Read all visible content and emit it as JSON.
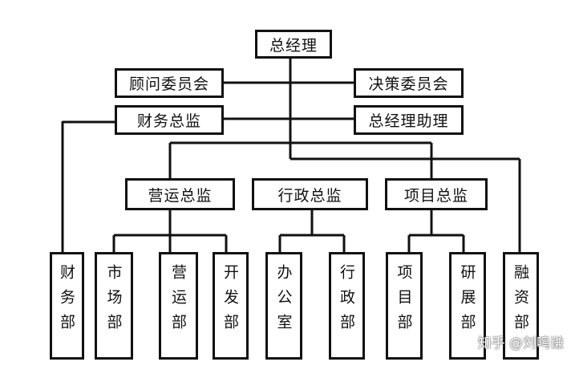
{
  "chart": {
    "top": "总经理",
    "advisory": "顾问委员会",
    "decision": "决策委员会",
    "finance_director": "财务总监",
    "assistant": "总经理助理",
    "operations_director": "营运总监",
    "admin_director": "行政总监",
    "project_director": "项目总监",
    "departments": {
      "finance": "财务部",
      "market": "市场部",
      "operations": "营运部",
      "development": "开发部",
      "office": "办公室",
      "admin": "行政部",
      "project": "项目部",
      "research": "研展部",
      "financing": "融资部"
    }
  },
  "watermark": "知乎 @刘鸣谦"
}
